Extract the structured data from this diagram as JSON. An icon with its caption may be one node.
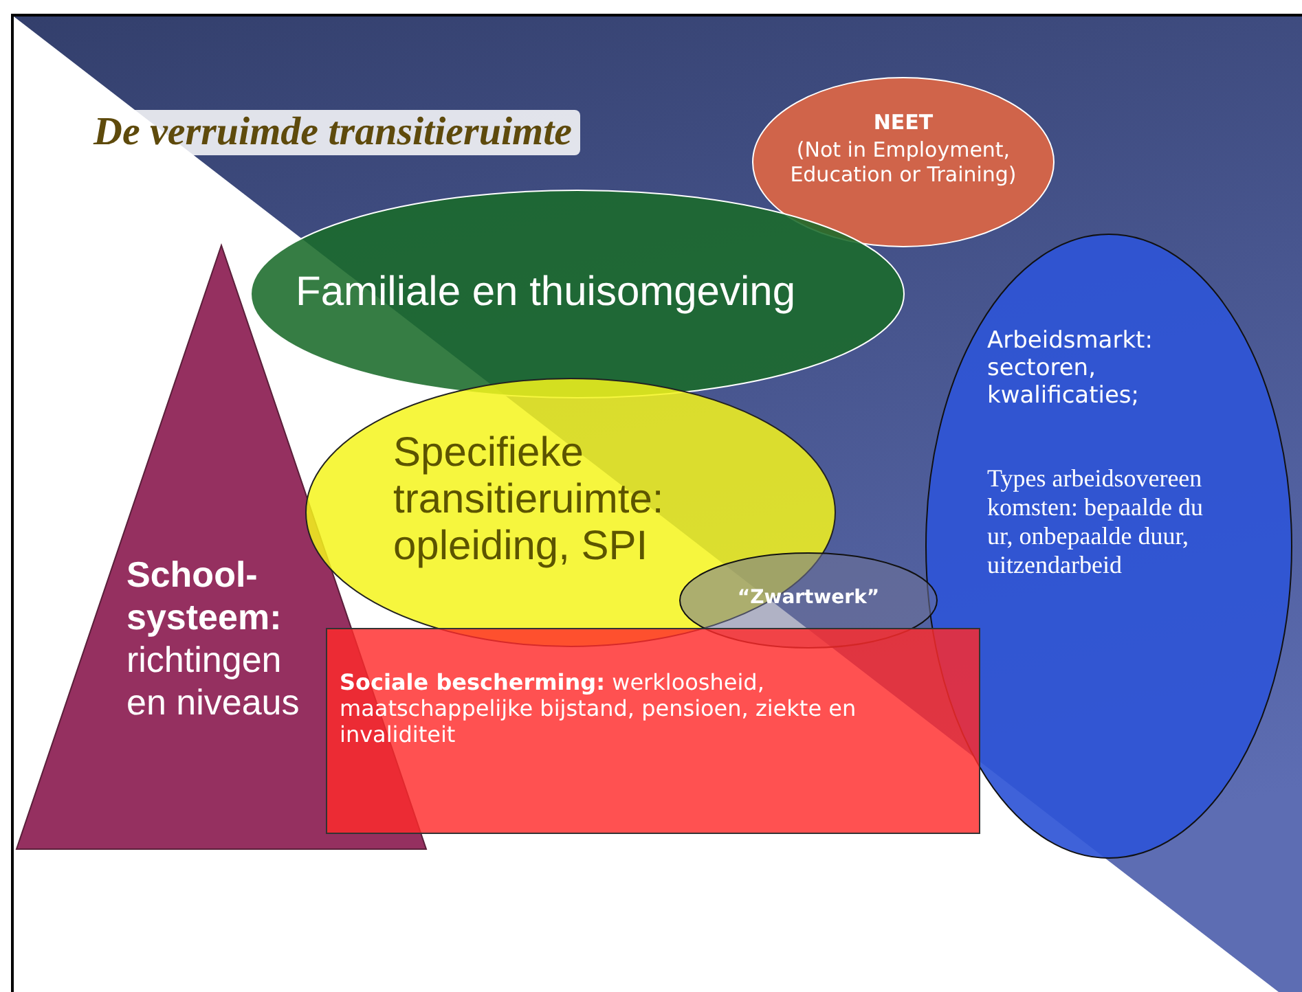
{
  "diagram": {
    "title": "De verruimde transitieruimte",
    "nodes": [
      {
        "text": [
          "NEET",
          "(Not in Employment, Education or Training)"
        ]
      },
      {
        "text": [
          "Familiale en thuisomgeving"
        ]
      },
      {
        "text": [
          "**School-systeem:** richtingen en niveaus"
        ]
      },
      {
        "text": [
          "Specifieke transitieruimte: opleiding, SPI"
        ]
      },
      {
        "text": [
          "Arbeidsmarkt: sectoren, kwalificaties;",
          "Types arbeidsovereenkomsten: bepaalde duur, onbepaalde duur, uitzendarbeid"
        ]
      },
      {
        "text": [
          "“Zwartwerk”"
        ]
      },
      {
        "text": [
          "**Sociale bescherming:** werkloosheid, maatschappelijke bijstand, pensioen, ziekte en invaliditeit"
        ]
      }
    ]
  }
}
